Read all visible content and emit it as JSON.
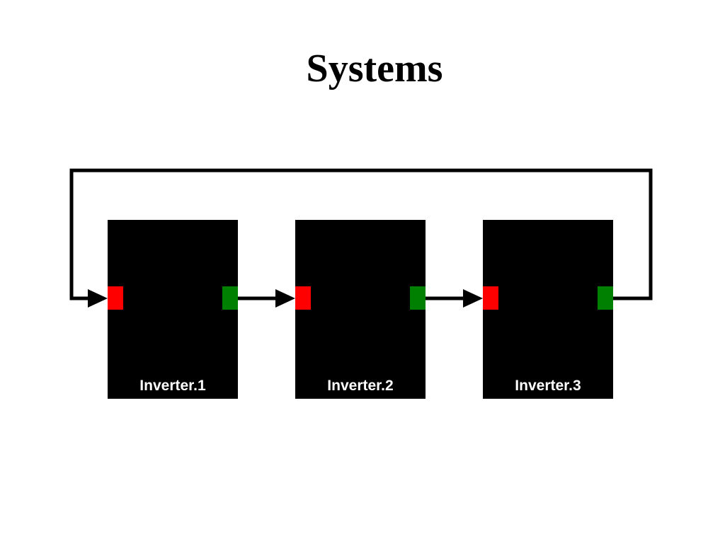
{
  "title": "Systems",
  "colors": {
    "block": "#000000",
    "input_port": "#ff0000",
    "output_port": "#008000",
    "wire": "#000000"
  },
  "blocks": [
    {
      "label": "Inverter.1"
    },
    {
      "label": "Inverter.2"
    },
    {
      "label": "Inverter.3"
    }
  ],
  "connections": [
    {
      "from": "Inverter.1",
      "to": "Inverter.2"
    },
    {
      "from": "Inverter.2",
      "to": "Inverter.3"
    },
    {
      "from": "Inverter.3",
      "to": "Inverter.1"
    }
  ]
}
